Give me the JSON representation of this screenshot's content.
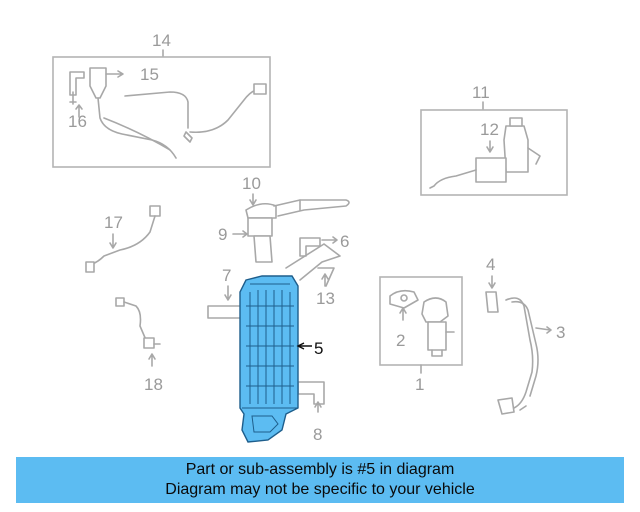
{
  "callouts": {
    "n1": "1",
    "n2": "2",
    "n3": "3",
    "n4": "4",
    "n5": "5",
    "n6": "6",
    "n7": "7",
    "n8": "8",
    "n9": "9",
    "n10": "10",
    "n11": "11",
    "n12": "12",
    "n13": "13",
    "n14": "14",
    "n15": "15",
    "n16": "16",
    "n17": "17",
    "n18": "18"
  },
  "highlight_color": "#5cbcf2",
  "banner": {
    "line1": "Part or sub-assembly is #5 in diagram",
    "line2": "Diagram may not be specific to your vehicle"
  }
}
